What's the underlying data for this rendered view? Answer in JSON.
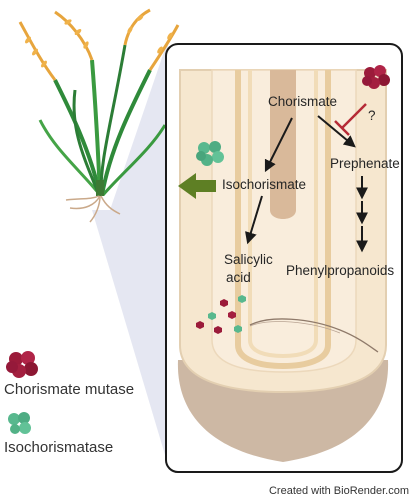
{
  "nodes": {
    "chorismate": "Chorismate",
    "prephenate": "Prephenate",
    "isochorismate": "Isochorismate",
    "salicylic_acid_line1": "Salicylic",
    "salicylic_acid_line2": "acid",
    "phenylpropanoids": "Phenylpropanoids",
    "unknown_inhibition": "?"
  },
  "legend": {
    "mutase_label": "Chorismate mutase",
    "isochorismatase_label": "Isochorismatase"
  },
  "credit": "Created with BioRender.com",
  "colors": {
    "chorismate_mutase": "#9b1b3a",
    "isochorismatase": "#58b88e",
    "inhibition": "#b52a36",
    "export_arrow": "#5e7f24",
    "root_fill": "#f6e7cf",
    "root_tip": "#cdb8a4",
    "vascular": "#d9b99a"
  }
}
